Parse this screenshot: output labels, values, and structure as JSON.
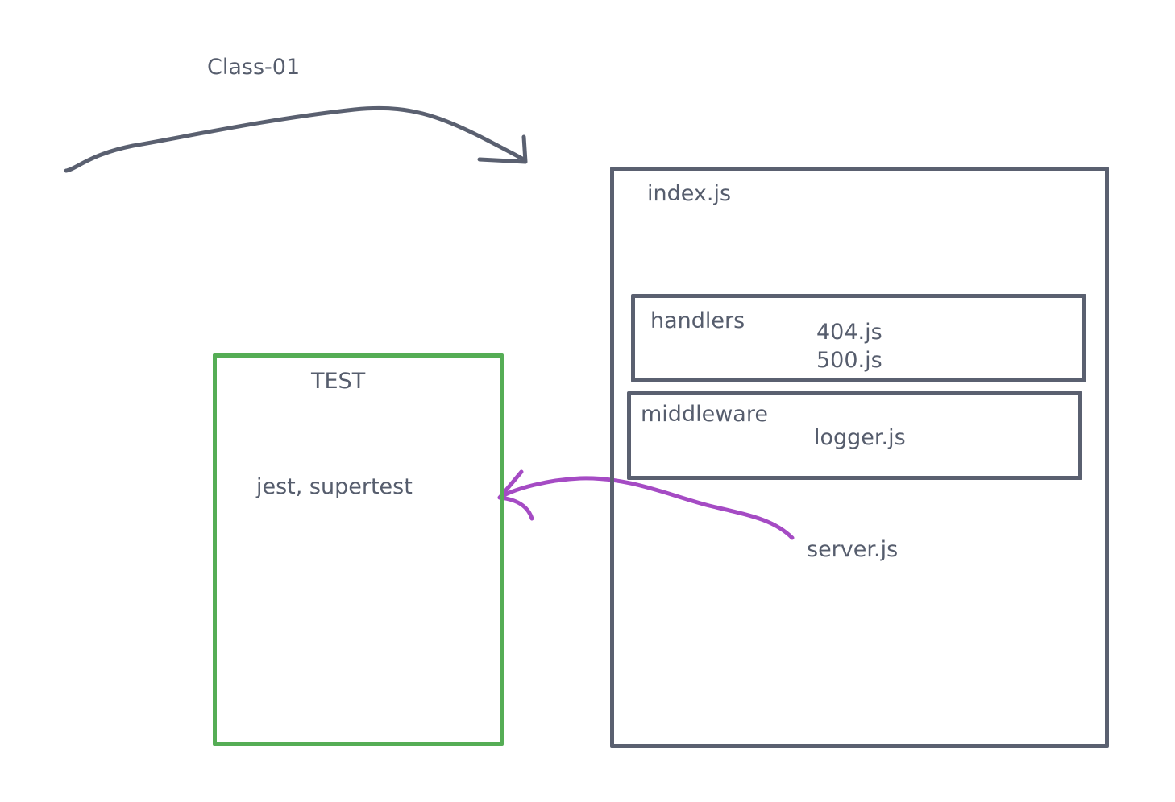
{
  "title": "Class-01",
  "test_box": {
    "label": "TEST",
    "content": "jest, supertest"
  },
  "index_box": {
    "label": "index.js",
    "handlers": {
      "label": "handlers",
      "files": [
        "404.js",
        "500.js"
      ]
    },
    "middleware": {
      "label": "middleware",
      "files": [
        "logger.js"
      ]
    },
    "server": "server.js"
  },
  "colors": {
    "ink": "#5a6070",
    "test_border": "#55ad55",
    "arrow_purple": "#a54bc4"
  }
}
